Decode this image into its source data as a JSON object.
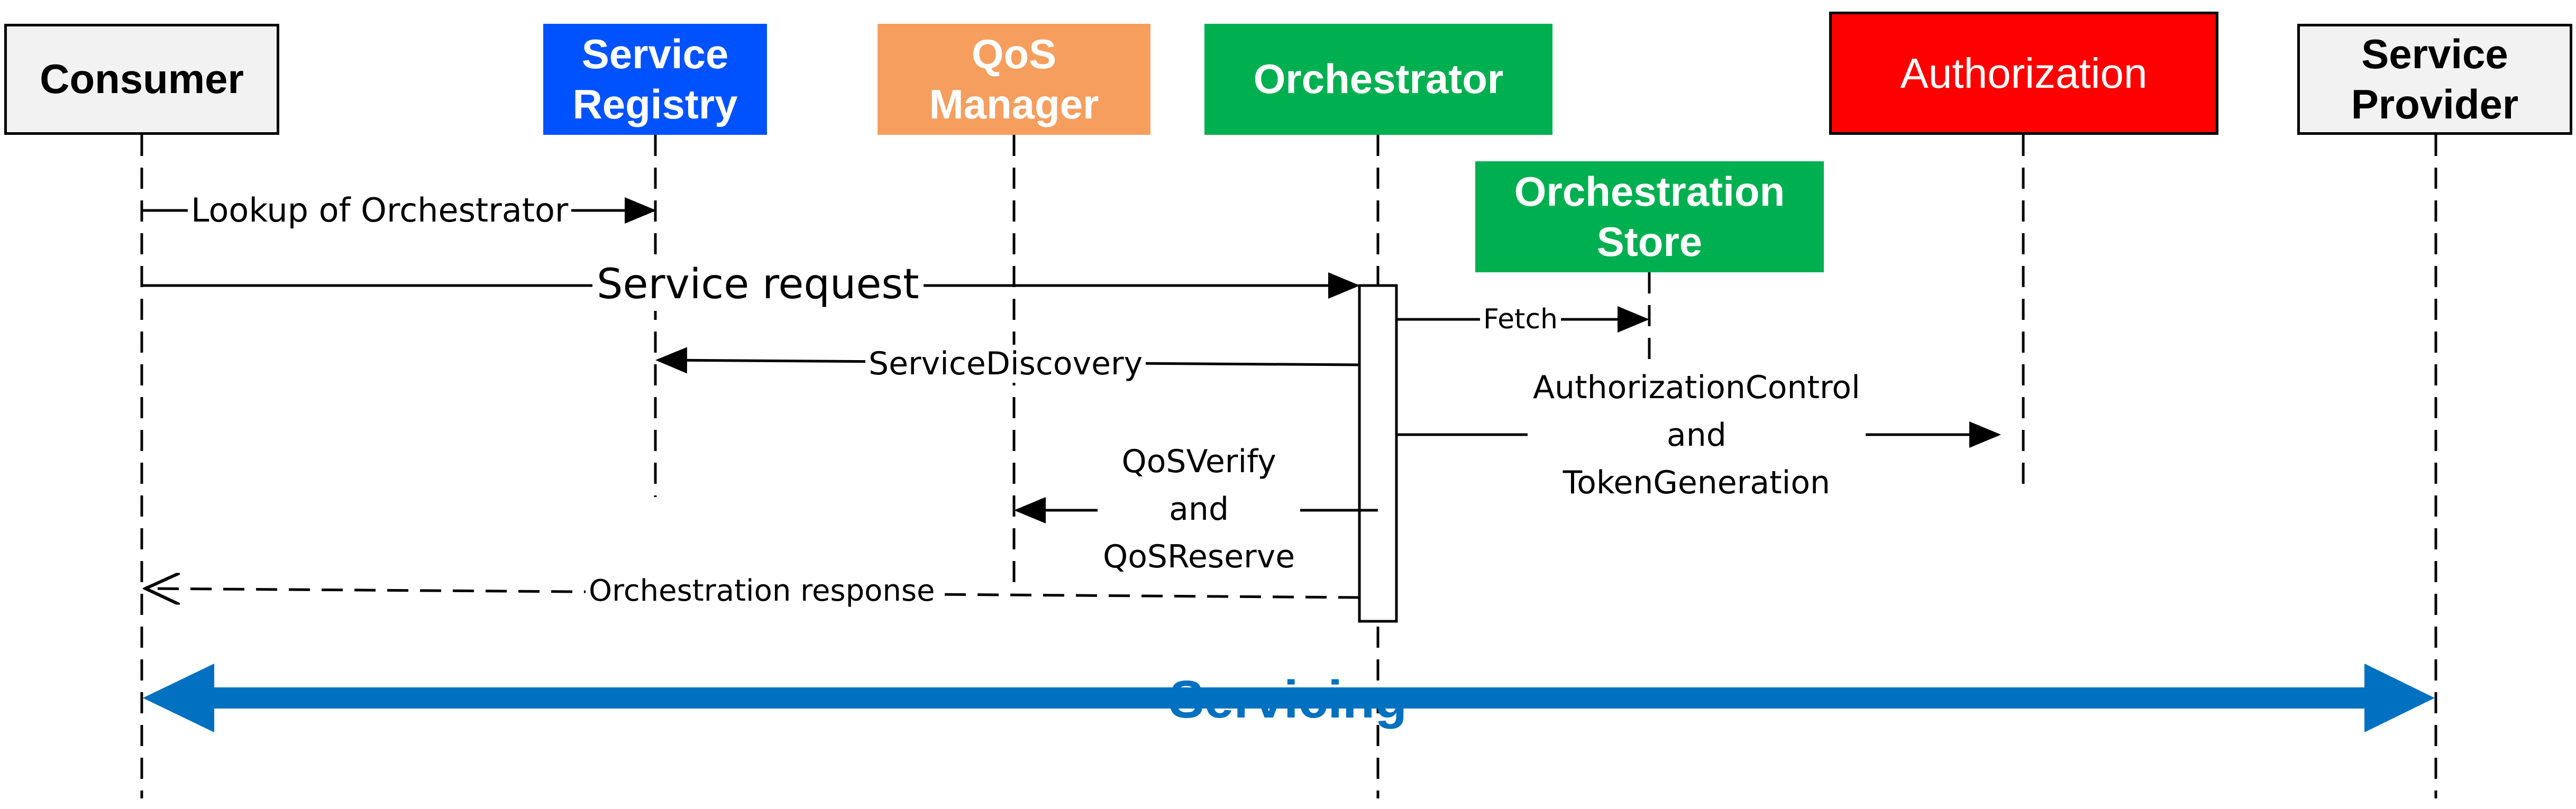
{
  "participants": {
    "consumer": {
      "label": "Consumer"
    },
    "service_registry": {
      "label": "Service\nRegistry"
    },
    "qos_manager": {
      "label": "QoS\nManager"
    },
    "orchestrator": {
      "label": "Orchestrator"
    },
    "authorization": {
      "label": "Authorization"
    },
    "service_provider": {
      "label": "Service\nProvider"
    },
    "orchestration_store": {
      "label": "Orchestration\nStore"
    }
  },
  "messages": {
    "lookup": "Lookup of Orchestrator",
    "service_request": "Service request",
    "fetch": "Fetch",
    "service_discovery": "ServiceDiscovery",
    "authorization_control": "AuthorizationControl\nand\nTokenGeneration",
    "qos_verify": "QoSVerify\nand\nQoSReserve",
    "orchestration_response": "Orchestration response",
    "servicing": "Servicing"
  },
  "colors": {
    "service_registry": "#0052FF",
    "qos_manager": "#F59E5E",
    "orchestrator": "#00B050",
    "orchestration_store": "#00B050",
    "authorization": "#FF0000",
    "neutral_box": "#F2F2F2",
    "servicing": "#0070C0"
  }
}
